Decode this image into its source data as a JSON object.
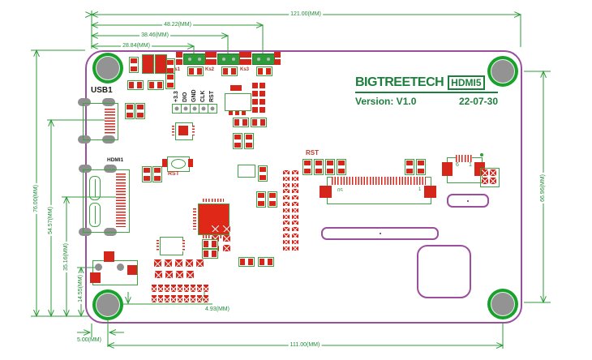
{
  "logo": {
    "brand": "BIGTREETECH",
    "model": "HDMI5",
    "version": "Version: V1.0",
    "date": "22-07-30"
  },
  "labels": {
    "usb": "USB1",
    "hdmi": "HDMI1",
    "rst_left": "RST",
    "rst_mid": "RST",
    "ks1": "Ks1",
    "ks2": "Ks2",
    "ks3": "Ks3",
    "header_pins": [
      "+3.3",
      "DIO",
      "GND",
      "CLK",
      "RST"
    ],
    "ffc_pin50": "50",
    "ffc_pin1": "1",
    "conn_pin6": "6",
    "conn_pin1": "1"
  },
  "dimensions": {
    "top_28_84": "28.84(MM)",
    "top_38_46": "38.46(MM)",
    "top_48_22": "48.22(MM)",
    "top_121": "121.00(MM)",
    "left_76": "76.00(MM)",
    "left_54_57": "54.57(MM)",
    "left_35_16": "35.16(MM)",
    "left_14_55": "14.55(MM)",
    "right_66_96": "66.96(MM)",
    "bottom_4_93": "4.93(MM)",
    "bottom_5": "5.00(MM)",
    "bottom_111": "111.00(MM)"
  },
  "colors": {
    "board_outline": "#9a4f9c",
    "dimension_line": "#2f9b3a",
    "pad_red": "#d5261c",
    "courtyard_green": "#3fa344",
    "hole_ring": "#18a22c",
    "hole_center": "#939393",
    "logo_green": "#1d7f3d"
  }
}
